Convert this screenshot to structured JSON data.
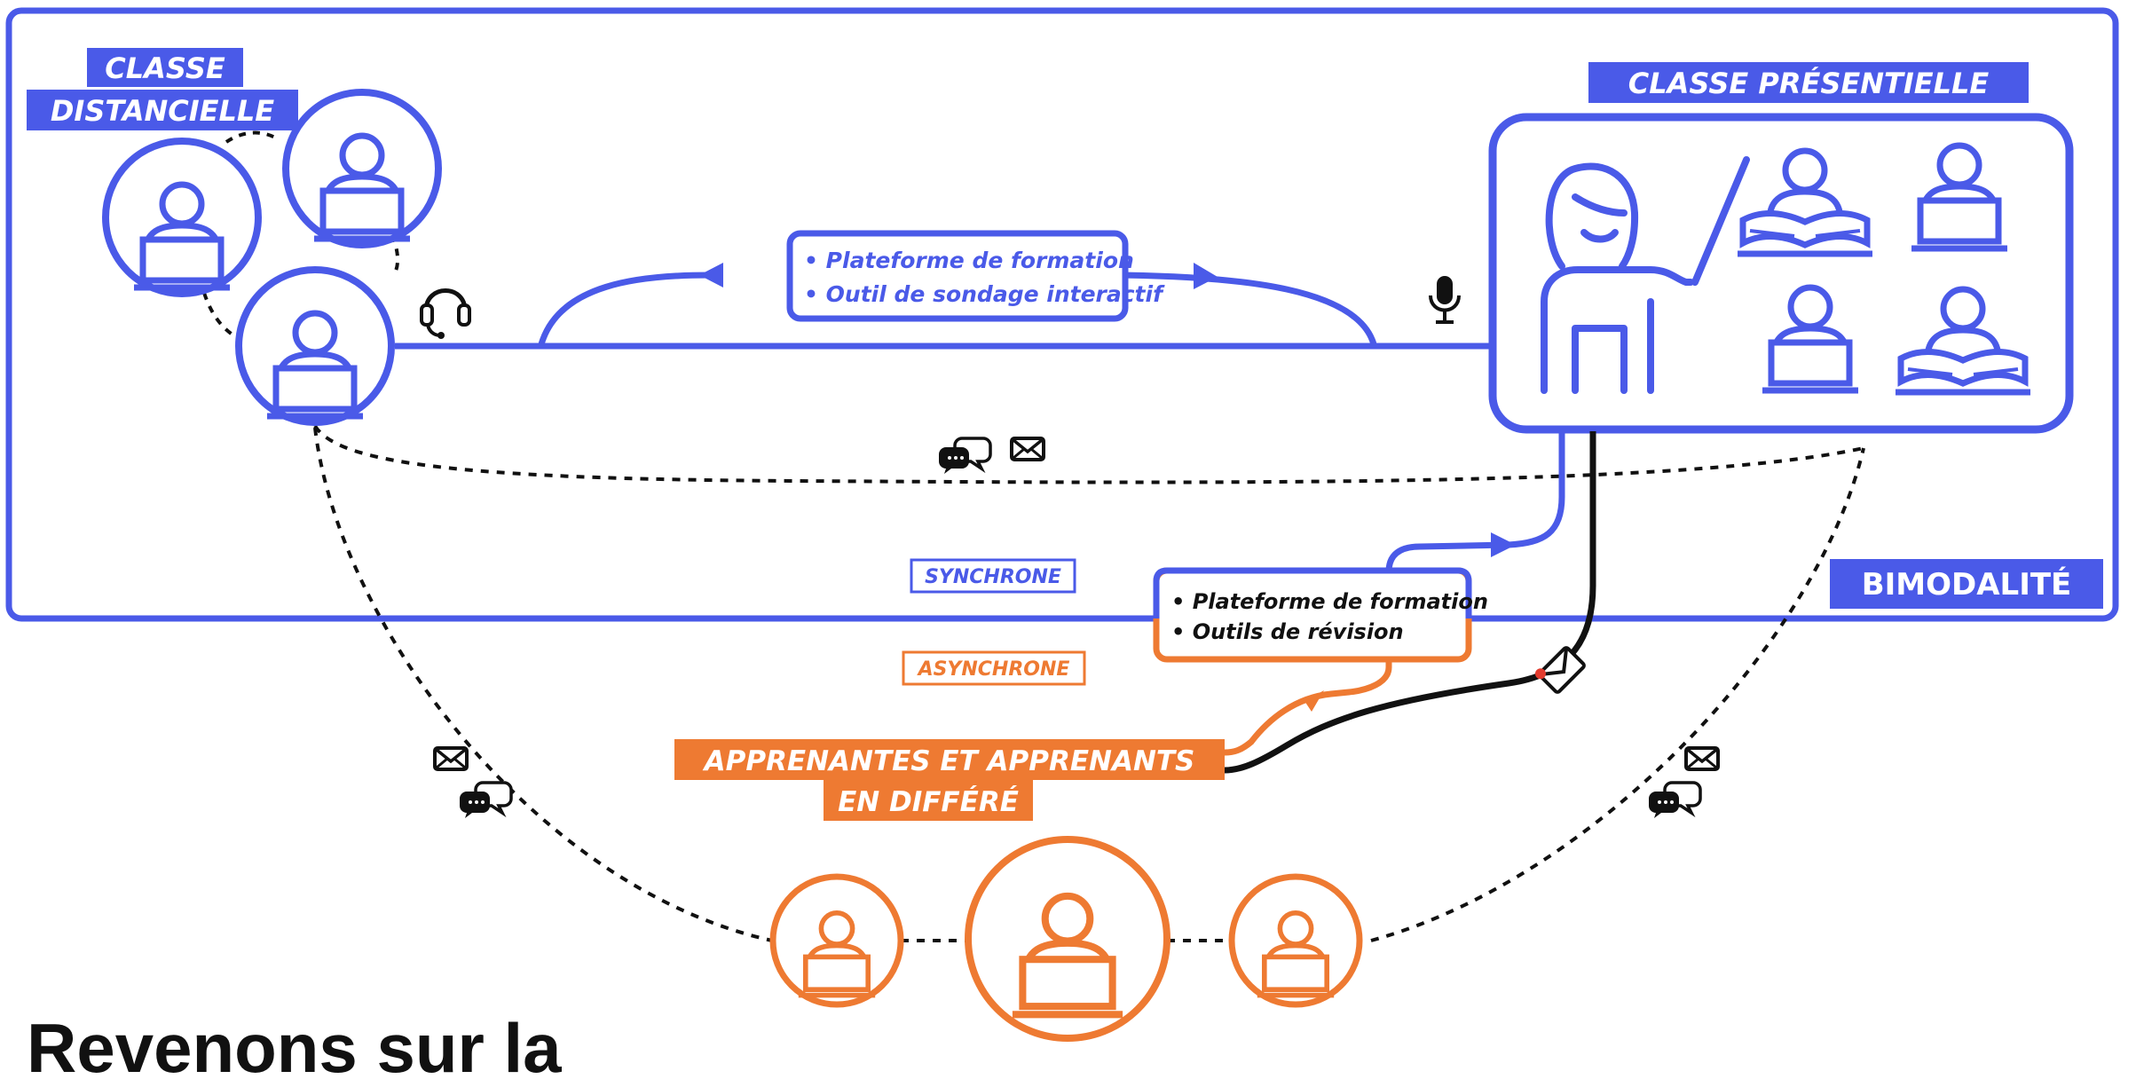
{
  "labels": {
    "classe_distancielle_1": "CLASSE",
    "classe_distancielle_2": "DISTANCIELLE",
    "classe_presentielle": "CLASSE PRÉSENTIELLE",
    "bimodalite": "BIMODALITÉ",
    "synchrone": "SYNCHRONE",
    "asynchrone": "ASYNCHRONE",
    "differe_1": "APPRENANTES ET APPRENANTS",
    "differe_2": "EN DIFFÉRÉ"
  },
  "sync_tools": [
    "• Plateforme de formation",
    "• Outil de sondage interactif"
  ],
  "async_tools": [
    "• Plateforme de formation",
    "• Outils de révision"
  ],
  "heading": "Revenons sur la",
  "colors": {
    "blue": "#4a5ae8",
    "orange": "#ee7a32",
    "black": "#111111"
  },
  "icons": [
    "headset-icon",
    "microphone-icon",
    "chat-icon",
    "mail-icon",
    "teacher-icon",
    "learner-icon",
    "open-book-icon"
  ]
}
